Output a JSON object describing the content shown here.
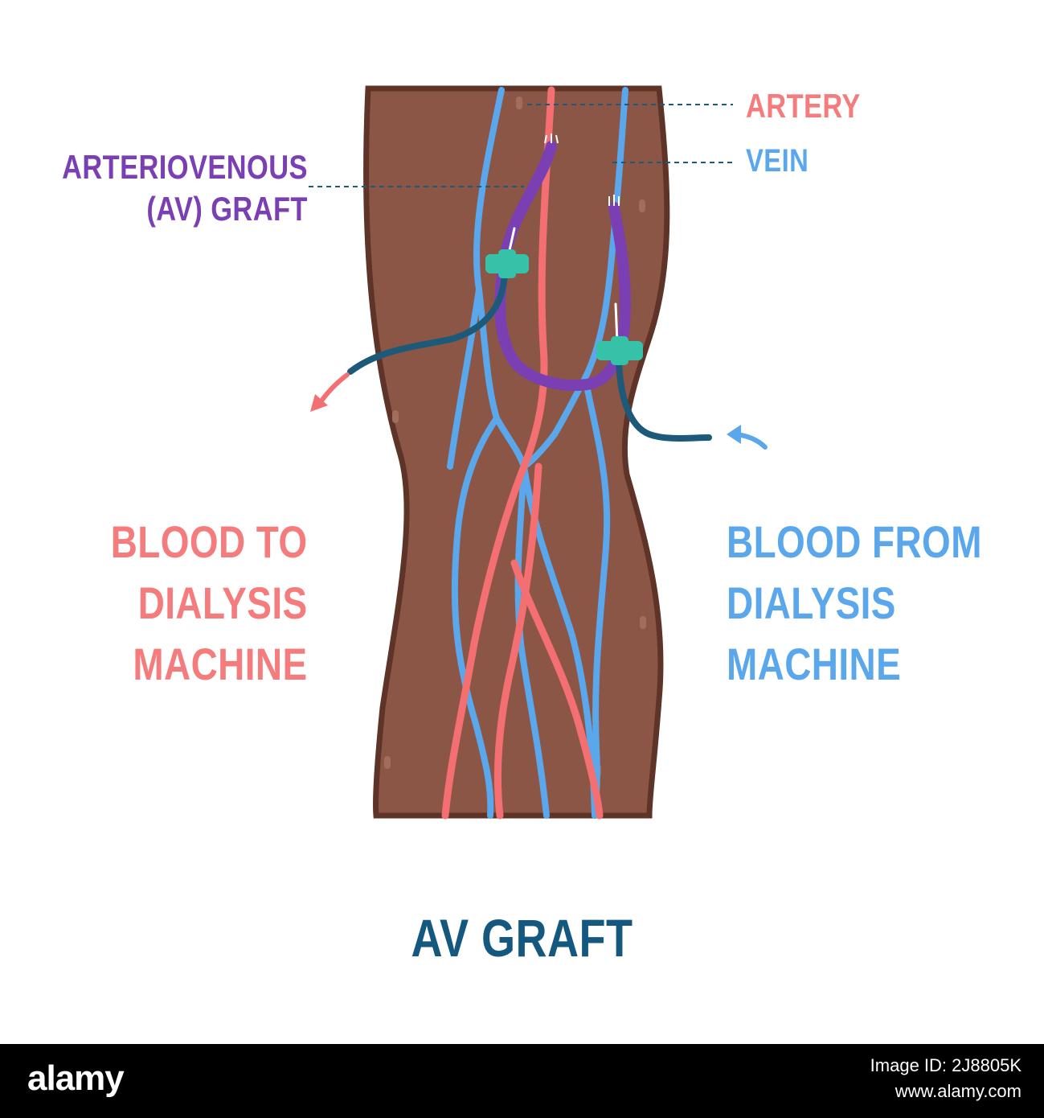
{
  "labels": {
    "artery": "ARTERY",
    "vein": "VEIN",
    "graft_line1": "ARTERIOVENOUS",
    "graft_line2": "(AV) GRAFT",
    "to_line1": "BLOOD TO",
    "to_line2": "DIALYSIS",
    "to_line3": "MACHINE",
    "from_line1": "BLOOD FROM",
    "from_line2": "DIALYSIS",
    "from_line3": "MACHINE",
    "title": "AV GRAFT"
  },
  "footer": {
    "logo": "alamy",
    "image_id": "Image ID: 2J8805K",
    "url": "www.alamy.com"
  },
  "colors": {
    "skin": "#8b5646",
    "skin_outline": "#5e3328",
    "artery": "#f36f72",
    "vein": "#5aa7ec",
    "graft": "#7b3fb4",
    "tube": "#1d5a7a",
    "connector": "#36c1a9",
    "title": "#15587f",
    "label_artery": "#f47c7c",
    "label_vein": "#5aa7ec",
    "label_graft": "#7b3fb4"
  }
}
